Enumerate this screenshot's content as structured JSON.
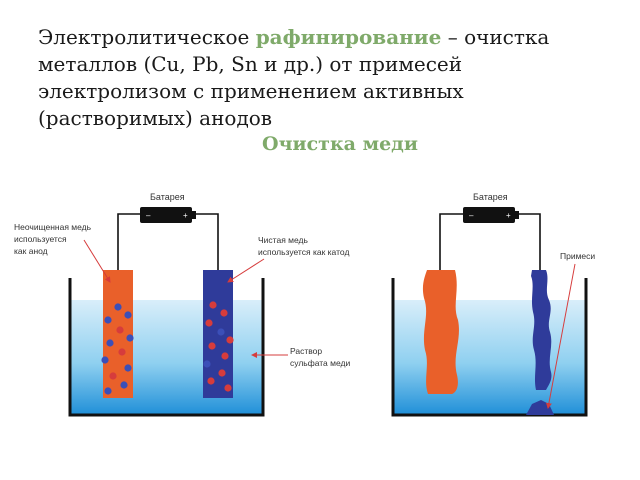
{
  "intro": {
    "part1": "Электролитическое ",
    "keyword": "рафинирование",
    "part2": " – очистка металлов  (Cu, Pb, Sn и др.) от примесей электролизом с применением активных (растворимых) анодов"
  },
  "subtitle": "Очистка меди",
  "left_setup": {
    "battery_label": "Батарея",
    "minus": "–",
    "plus": "+",
    "anode_label": [
      "Неочищенная медь",
      "используется",
      "как анод"
    ],
    "cathode_label": [
      "Чистая медь",
      "используется как катод"
    ],
    "solution_label": [
      "Раствор",
      "сульфата меди"
    ]
  },
  "right_setup": {
    "battery_label": "Батарея",
    "minus": "–",
    "plus": "+",
    "impurities_label": "Примеси"
  },
  "colors": {
    "accent": "#7faa6a",
    "anode": "#e9602a",
    "cathode": "#2f3b9a",
    "arrow": "#d63c3c"
  }
}
